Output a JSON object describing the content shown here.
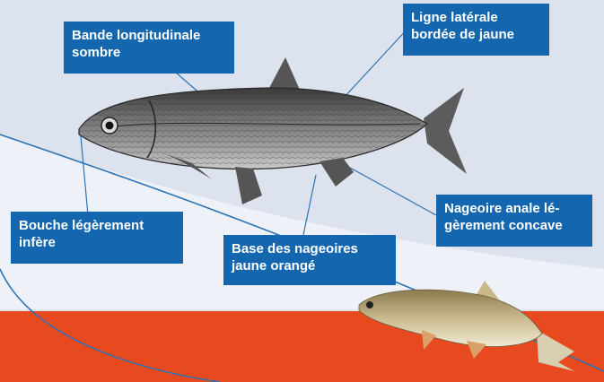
{
  "labels": {
    "bande_longitudinale": {
      "line1": "Bande longitudinale",
      "line2": "sombre"
    },
    "ligne_laterale": {
      "line1": "Ligne latérale",
      "line2": "bordée de jaune"
    },
    "bouche": {
      "line1": "Bouche légèrement",
      "line2": "infère"
    },
    "base_nageoires": {
      "line1": "Base des nageoires",
      "line2": "jaune orangé"
    },
    "nageoire_anale": {
      "line1": "Nageoire anale lé-",
      "line2": "gèrement concave"
    }
  },
  "colors": {
    "label_background": "#1466ae",
    "label_text": "#ffffff",
    "background": "#dfe5ef",
    "bottom_band": "#e84a1f",
    "curve": "#2d73b4"
  }
}
